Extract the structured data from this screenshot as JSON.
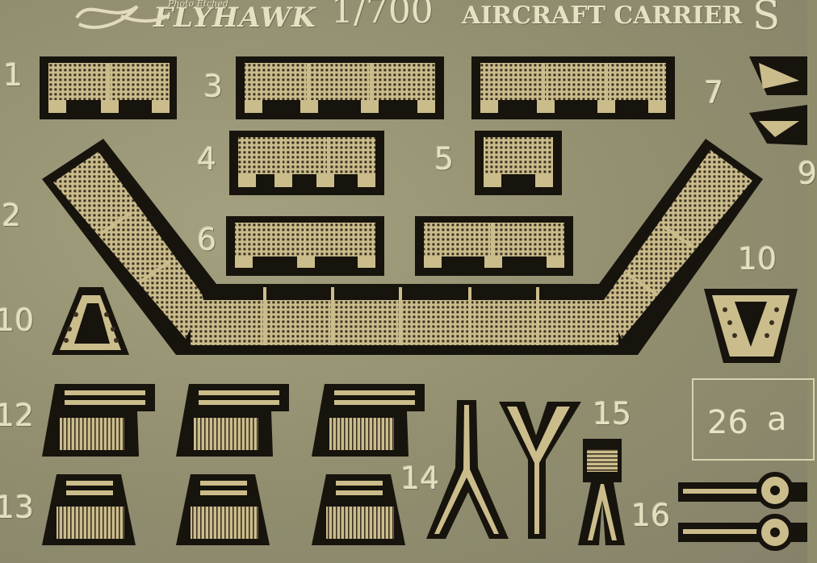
{
  "brand": {
    "logo_text": "FLYHAWK",
    "tagline": "Photo Etched"
  },
  "header": {
    "scale": "1/700",
    "subtitle": "AIRCRAFT CARRIER",
    "corner_letter": "S"
  },
  "part_labels": [
    "1",
    "3",
    "7",
    "4",
    "5",
    "2",
    "6",
    "9",
    "10",
    "10",
    "12",
    "13",
    "14",
    "15",
    "16"
  ],
  "sheet_code": {
    "number": "26",
    "letter": "a"
  },
  "colors": {
    "sheet": "#918e6f",
    "brass": "#cdbf8e",
    "etch": "#17130d",
    "mesh_hole": "#3a3022"
  }
}
